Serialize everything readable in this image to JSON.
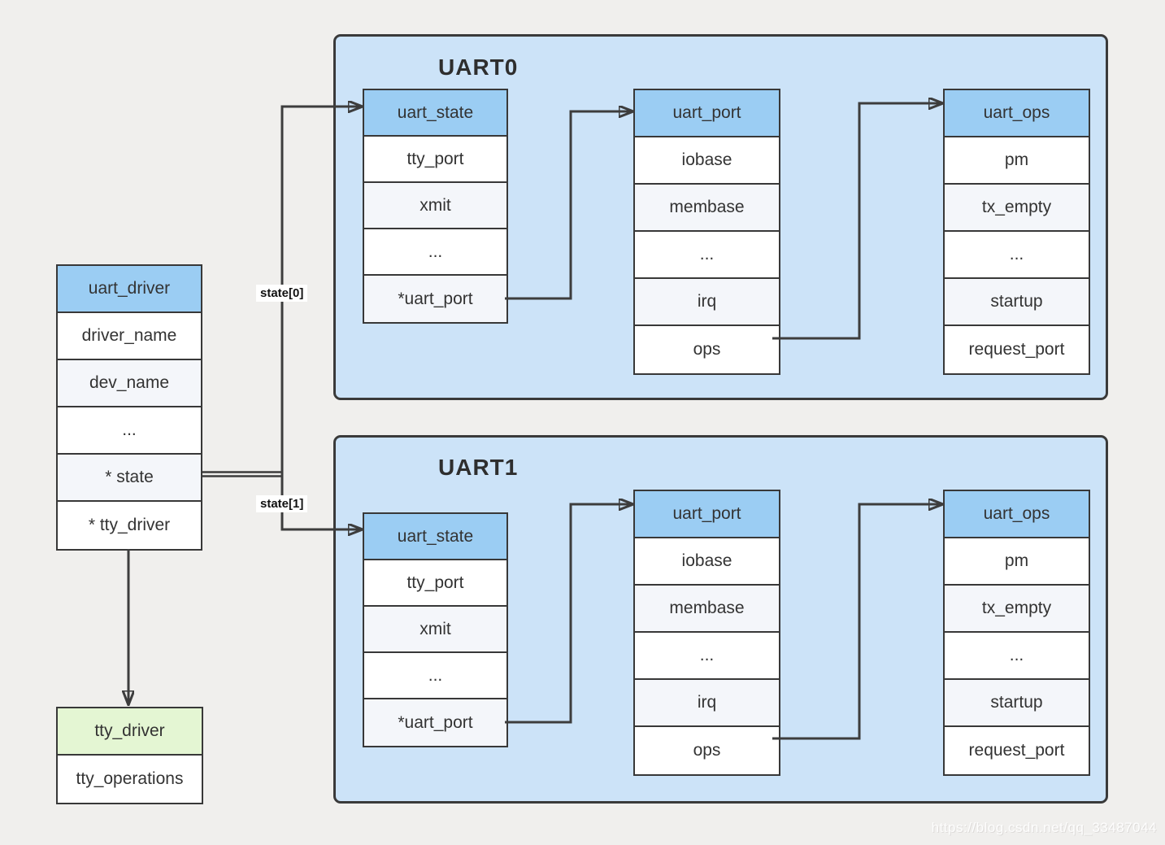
{
  "watermark": "https://blog.csdn.net/qq_33487044",
  "colors": {
    "page_bg": "#f0efed",
    "container_fill": "#cce3f8",
    "container_border": "#3a3a3a",
    "table_border": "#383838",
    "table_header_blue": "#9bcdf3",
    "table_header_green": "#e4f6d3",
    "row_white": "#ffffff",
    "row_alt": "#f4f6fa",
    "arrow": "#3d3d3d",
    "text": "#333333"
  },
  "uart_driver_table": {
    "header": "uart_driver",
    "rows": [
      "driver_name",
      "dev_name",
      "...",
      "* state",
      "* tty_driver"
    ]
  },
  "tty_driver_table": {
    "header": "tty_driver",
    "rows": [
      "tty_operations"
    ]
  },
  "edge_labels": {
    "state0": "state[0]",
    "state1": "state[1]"
  },
  "uart0": {
    "title": "UART0",
    "state": {
      "header": "uart_state",
      "rows": [
        "tty_port",
        "xmit",
        "...",
        "*uart_port"
      ]
    },
    "port": {
      "header": "uart_port",
      "rows": [
        "iobase",
        "membase",
        "...",
        "irq",
        "ops"
      ]
    },
    "ops": {
      "header": "uart_ops",
      "rows": [
        "pm",
        "tx_empty",
        "...",
        "startup",
        "request_port"
      ]
    }
  },
  "uart1": {
    "title": "UART1",
    "state": {
      "header": "uart_state",
      "rows": [
        "tty_port",
        "xmit",
        "...",
        "*uart_port"
      ]
    },
    "port": {
      "header": "uart_port",
      "rows": [
        "iobase",
        "membase",
        "...",
        "irq",
        "ops"
      ]
    },
    "ops": {
      "header": "uart_ops",
      "rows": [
        "pm",
        "tx_empty",
        "...",
        "startup",
        "request_port"
      ]
    }
  }
}
